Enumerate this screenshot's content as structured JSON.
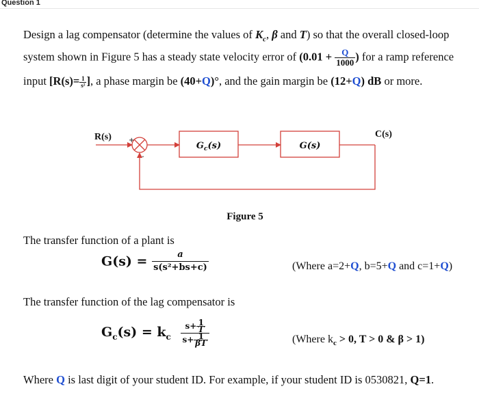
{
  "header": {
    "question_label": "Question 1"
  },
  "problem": {
    "line1_a": "Design a lag compensator (determine the values of ",
    "kc": "K",
    "kc_sub": "c",
    "line1_b": ", ",
    "beta": "β",
    "line1_c": " and ",
    "T": "T",
    "line1_d": ") so that the overall closed-loop",
    "line2_a": "system shown in Figure 5 has a steady state velocity error of ",
    "line2_b": "(0.01 + ",
    "frac_num": "Q",
    "frac_den": "1000",
    "line2_c": ")",
    "line2_d": " for a ramp reference",
    "line3_a": "input ",
    "line3_b": "[R(s)=",
    "r_num": "1",
    "r_den": "s²",
    "line3_c": "]",
    "line3_d": ", a phase margin be ",
    "line3_e": "(40+",
    "q": "Q",
    "line3_f": ")°",
    "line3_g": ", and the gain margin be ",
    "line3_h": "(12+",
    "line3_i": ") dB",
    "line3_j": " or more."
  },
  "diagram": {
    "input_label": "R(s)",
    "output_label": "C(s)",
    "compensator_label": "G",
    "compensator_sub": "c",
    "compensator_arg": "(s)",
    "plant_label": "G(s)",
    "sum_plus": "+",
    "sum_minus": "-",
    "caption": "Figure 5"
  },
  "plant": {
    "intro": "The transfer function of a plant is",
    "lhs": "G(s) = ",
    "num": "a",
    "den": "s(s²+bs+c)",
    "note_a": "(Where a=2+",
    "note_b": ", b=5+",
    "note_c": " and c=1+",
    "note_d": ")"
  },
  "compensator": {
    "intro": "The transfer function of the lag compensator is",
    "lhs": "G",
    "lhs_sub": "c",
    "lhs_b": "(s) = k",
    "lhs_sub2": "c",
    "num_s": "s+",
    "num_f_num": "1",
    "num_f_den": "T",
    "den_s": "s+",
    "den_f_num": "1",
    "den_f_den": "βT",
    "note": "(Where k",
    "note_sub": "c",
    "note_b": " > 0, T > 0 & β > 1)"
  },
  "footer": {
    "a": "Where ",
    "b": " is last digit of your student ID. For example, if your student ID is 0530821, ",
    "c": "Q=1",
    "d": "."
  },
  "colors": {
    "accent": "#1f4ed1",
    "diagram_line": "#d3403a",
    "text": "#111111"
  }
}
